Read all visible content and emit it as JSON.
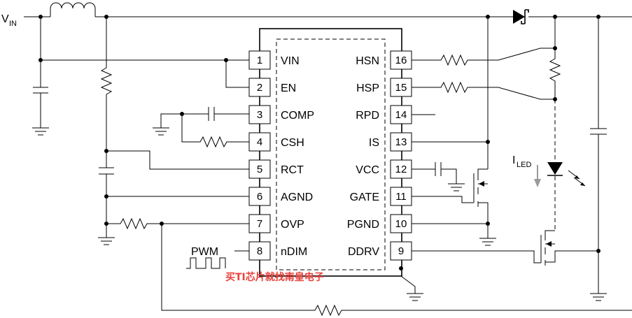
{
  "labels": {
    "vin_prefix": "V",
    "vin_sub": "IN",
    "iled_prefix": "I",
    "iled_sub": "LED",
    "pwm": "PWM",
    "watermark": "买TI芯片就找南皇电子"
  },
  "ic": {
    "left_pins": [
      {
        "num": "1",
        "name": "VIN"
      },
      {
        "num": "2",
        "name": "EN"
      },
      {
        "num": "3",
        "name": "COMP"
      },
      {
        "num": "4",
        "name": "CSH"
      },
      {
        "num": "5",
        "name": "RCT"
      },
      {
        "num": "6",
        "name": "AGND"
      },
      {
        "num": "7",
        "name": "OVP"
      },
      {
        "num": "8",
        "name": "nDIM"
      }
    ],
    "right_pins": [
      {
        "num": "16",
        "name": "HSN"
      },
      {
        "num": "15",
        "name": "HSP"
      },
      {
        "num": "14",
        "name": "RPD"
      },
      {
        "num": "13",
        "name": "IS"
      },
      {
        "num": "12",
        "name": "VCC"
      },
      {
        "num": "11",
        "name": "GATE"
      },
      {
        "num": "10",
        "name": "PGND"
      },
      {
        "num": "9",
        "name": "DDRV"
      }
    ]
  }
}
